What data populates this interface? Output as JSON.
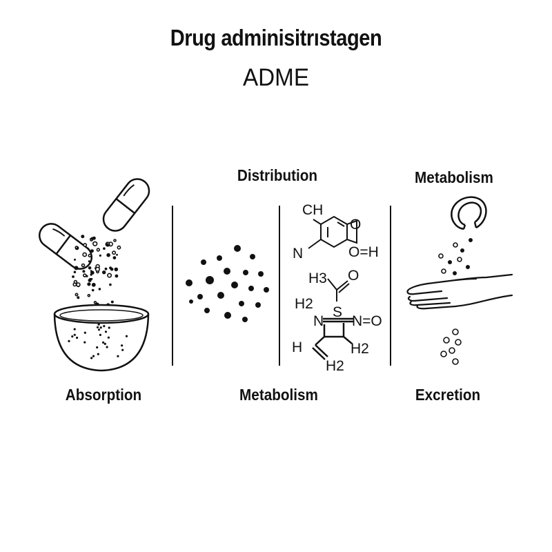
{
  "header": {
    "title": "Drug adminisitrıstagen",
    "subtitle": "ADME"
  },
  "labels": {
    "distribution": "Distribution",
    "metabolism_top": "Metabolism",
    "absorption": "Absorption",
    "metabolism_bottom": "Metabolism",
    "excretion": "Excretion"
  },
  "chemistry": {
    "ch": "CH",
    "n1": "N",
    "o1": "O",
    "oh": "O=H",
    "h3": "H3",
    "o2": "O",
    "s": "S",
    "h2a": "H2",
    "n2": "N",
    "no": "N=O",
    "h_left": "H",
    "h2b": "H2",
    "h2c": "H2"
  },
  "colors": {
    "ink": "#111111",
    "background": "#ffffff"
  }
}
